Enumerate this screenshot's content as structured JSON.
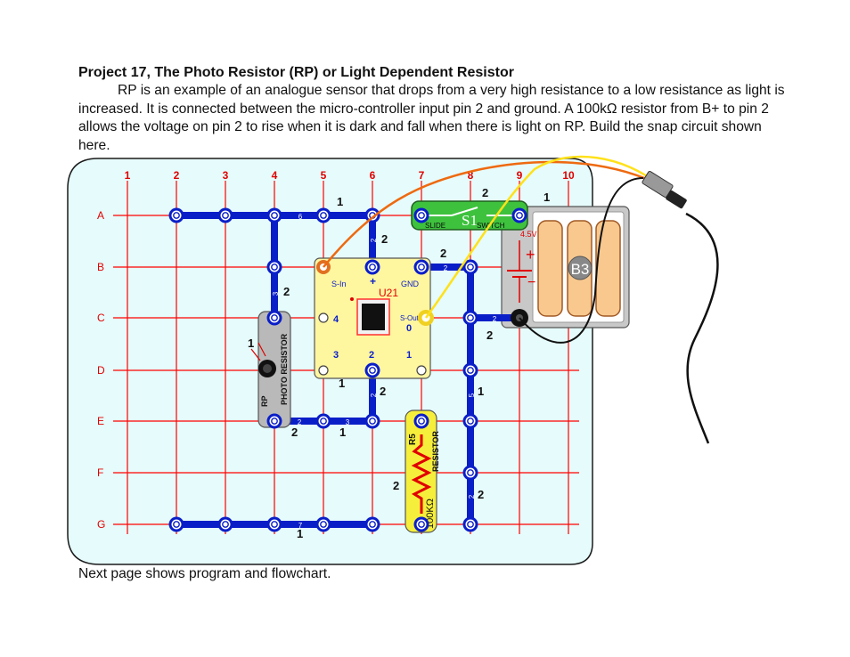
{
  "doc": {
    "title": "Project 17, The Photo Resistor (RP) or Light Dependent Resistor",
    "paragraph": "RP is an example of an analogue sensor that drops from a very high resistance to a low resistance as light is increased. It is connected between the micro-controller input pin 2 and ground. A 100kΩ resistor from B+ to pin 2 allows the voltage on pin 2 to rise when it is dark and fall when there is light on RP. Build the snap circuit shown here.",
    "footer": "Next page shows program and flowchart."
  },
  "grid": {
    "columns": [
      "1",
      "2",
      "3",
      "4",
      "5",
      "6",
      "7",
      "8",
      "9",
      "10"
    ],
    "rows": [
      "A",
      "B",
      "C",
      "D",
      "E",
      "F",
      "G"
    ]
  },
  "parts": {
    "switch": {
      "name": "S1",
      "left": "SLIDE",
      "right": "SWITCH"
    },
    "battery": {
      "name": "B3",
      "voltage": "4.5V"
    },
    "chip": {
      "name": "U21",
      "sin": "S-In",
      "plus": "+",
      "gnd": "GND",
      "sout": "S-Out",
      "p4": "4",
      "p0": "0",
      "p3": "3",
      "p2": "2",
      "p1": "1"
    },
    "photo": {
      "code": "RP",
      "label": "PHOTO RESISTOR"
    },
    "resistor": {
      "code": "R5",
      "label": "RESISTOR",
      "value": "100KΩ"
    }
  },
  "levels": {
    "l1": "1",
    "l2": "2"
  },
  "wire_nums": {
    "w6": "6",
    "w3": "3",
    "w2": "2",
    "w5": "5",
    "w7": "7"
  },
  "colors": {
    "snap": "#0a1ec8",
    "grid": "#ff0000",
    "board": "#e6fbfb",
    "switch": "#3ec23e",
    "chip": "#fff6a0",
    "resistor": "#f5ef3c",
    "photo": "#b9b9b9"
  }
}
